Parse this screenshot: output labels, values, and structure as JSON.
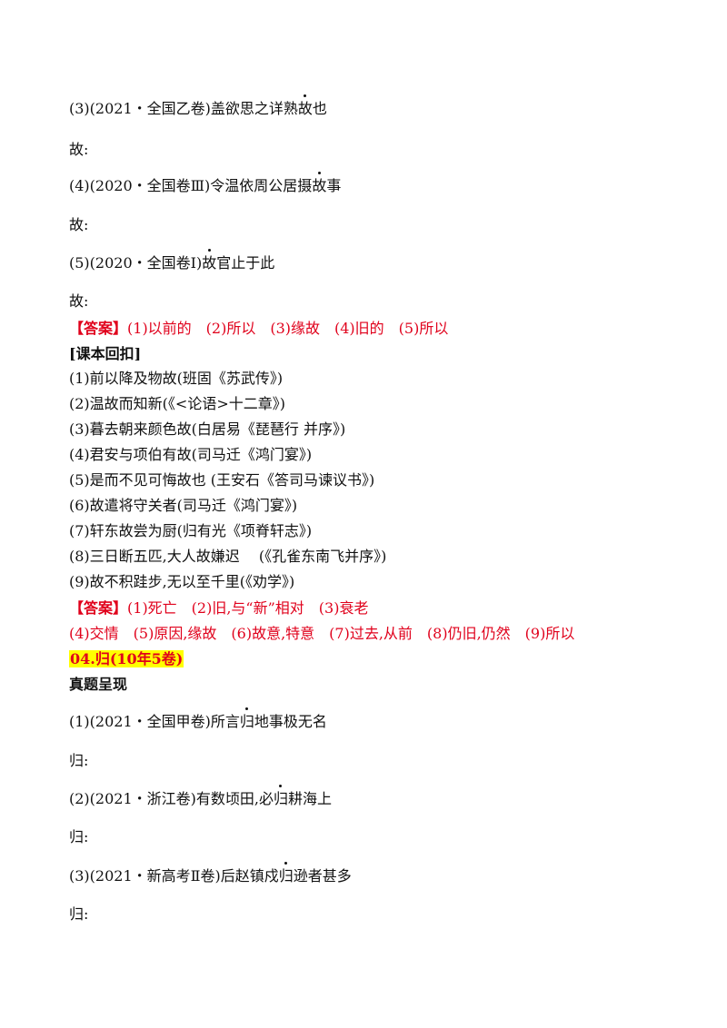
{
  "q1": [
    {
      "pre": "(3)(2021・全国乙卷)盖欲思之详熟",
      "dot": "故",
      "post": "也",
      "blank": "故:"
    },
    {
      "pre": "(4)(2020・全国卷Ⅲ)令温依周公居摄",
      "dot": "故",
      "post": "事",
      "blank": "故:"
    },
    {
      "pre": "(5)(2020・全国卷Ⅰ)",
      "dot": "故",
      "post": "官止于此",
      "blank": "故:"
    }
  ],
  "answer1": {
    "tag": "【答案】",
    "text": "(1)以前的　(2)所以　(3)缘故　(4)旧的　(5)所以"
  },
  "textbook_heading": "[课本回扣]",
  "textbook_items": [
    "(1)前以降及物故(班固《苏武传》)",
    "(2)温故而知新(《<论语>十二章》)",
    "(3)暮去朝来颜色故(白居易《琵琶行 并序》)",
    "(4)君安与项伯有故(司马迁《鸿门宴》)",
    "(5)是而不见可悔故也 (王安石《答司马谏议书》)",
    "(6)故遣将守关者(司马迁《鸿门宴》)",
    "(7)轩东故尝为厨(归有光《项脊轩志》)",
    "(8)三日断五匹,大人故嫌迟　 (《孔雀东南飞并序》)",
    "(9)故不积跬步,无以至千里(《劝学》)"
  ],
  "answer2": {
    "tag": "【答案】",
    "line1": "(1)死亡　(2)旧,与“新”相对　(3)衰老",
    "line2": "(4)交情　(5)原因,缘故　(6)故意,特意　(7)过去,从前　(8)仍旧,仍然　(9)所以"
  },
  "section_title": "04.归(10年5卷)",
  "real_heading": "真题呈现",
  "q2": [
    {
      "pre": "(1)(2021・全国甲卷)所言",
      "dot": "归",
      "post": "地事极无名",
      "blank": "归:"
    },
    {
      "pre": "(2)(2021・浙江卷)有数顷田,必",
      "dot": "归",
      "post": "耕海上",
      "blank": "归:"
    },
    {
      "pre": "(3)(2021・新高考Ⅱ卷)后赵镇戍",
      "dot": "归",
      "post": "逊者甚多",
      "blank": "归:"
    }
  ]
}
